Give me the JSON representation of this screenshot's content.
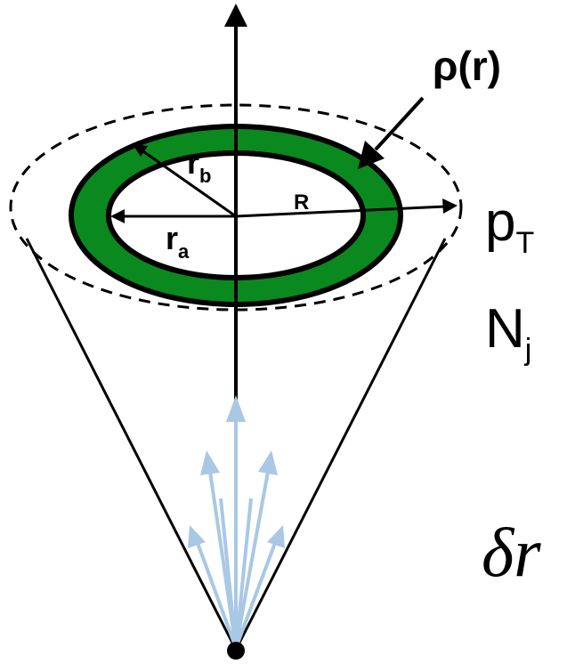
{
  "labels": {
    "density": "ρ(r)",
    "r_b": "r",
    "r_b_sub": "b",
    "r_a": "r",
    "r_a_sub": "a",
    "R": "R"
  },
  "side_text": {
    "pt_main": "p",
    "pt_sub": "T",
    "nj_main": "N",
    "nj_sub": "j",
    "dr": "δr"
  },
  "colors": {
    "ring_fill": "#0a8a1e",
    "particle_arrows": "#a9c8e6",
    "lines": "#000000"
  }
}
